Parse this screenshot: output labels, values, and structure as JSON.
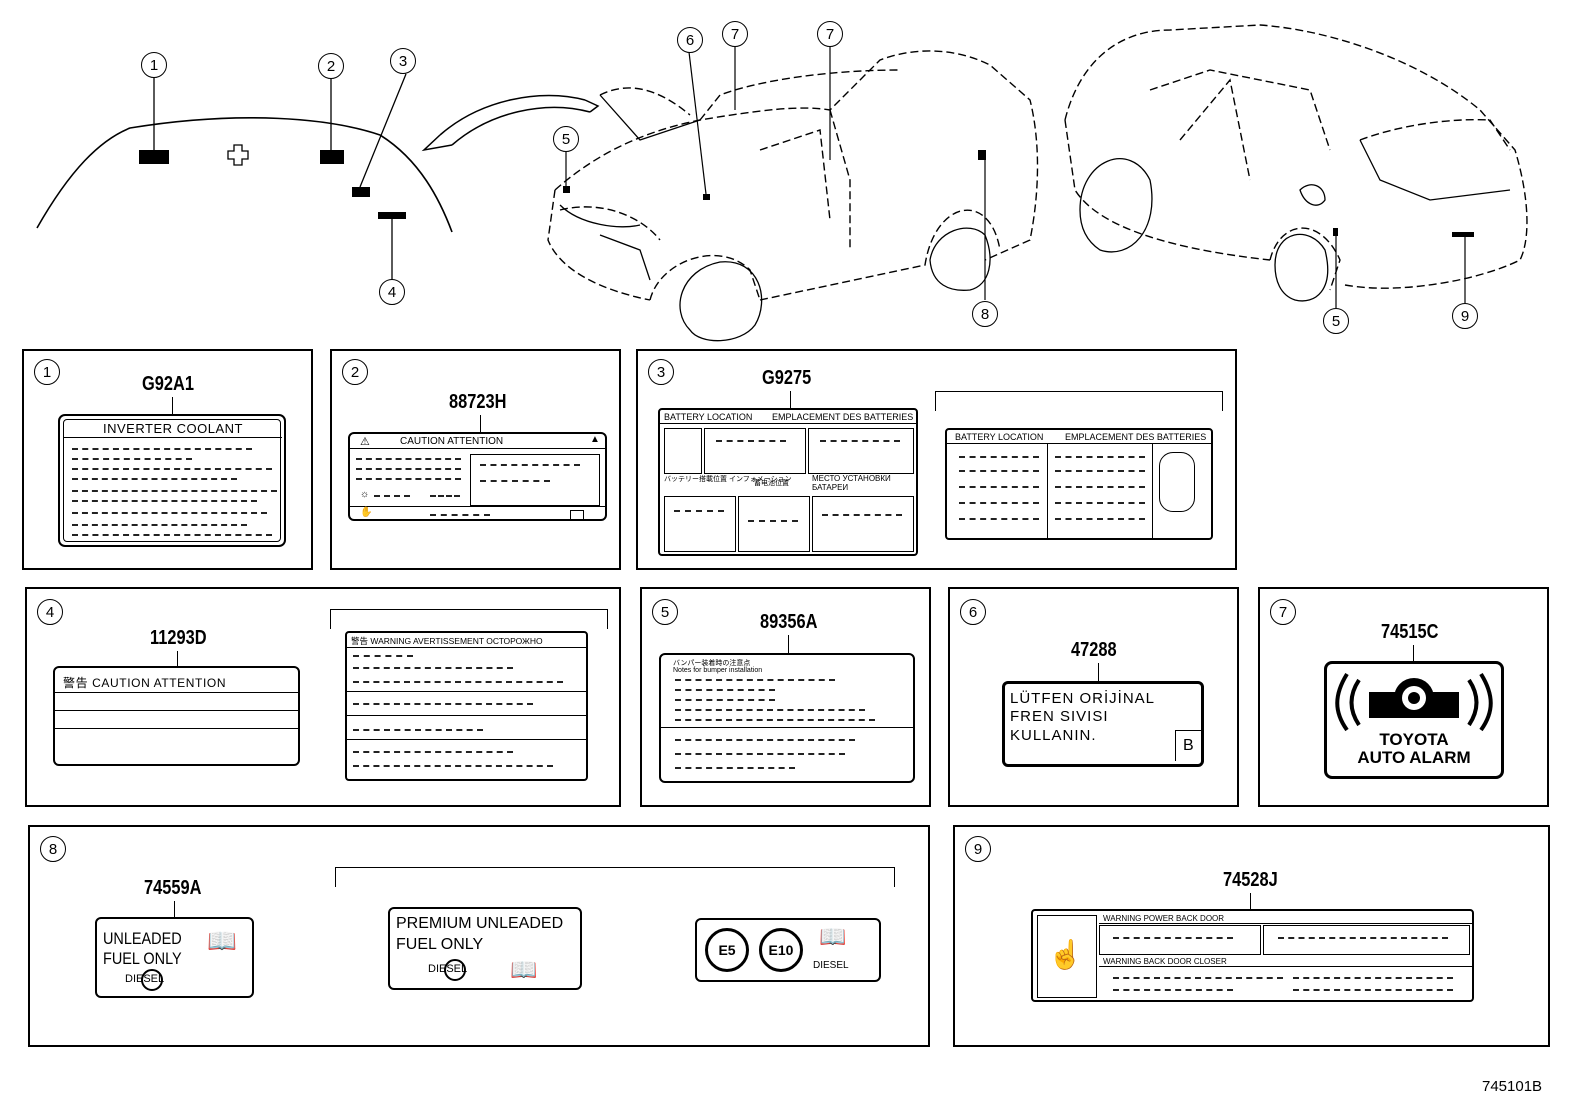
{
  "callouts": [
    "1",
    "2",
    "3",
    "4",
    "5",
    "6",
    "7",
    "7",
    "8",
    "5",
    "9"
  ],
  "panels": {
    "p1": {
      "num": "1",
      "part": "G92A1",
      "heading": "INVERTER COOLANT"
    },
    "p2": {
      "num": "2",
      "part": "88723H",
      "heading": "CAUTION ATTENTION"
    },
    "p3": {
      "num": "3",
      "part": "G9275",
      "h1": "BATTERY LOCATION",
      "h2": "EMPLACEMENT DES BATTERIES",
      "h3": "バッテリー搭載位置 インフォメーション",
      "h4": "蓄电池位置",
      "h5": "МЕСТО УСТАНОВКИ БАТАРЕИ",
      "h6": "BATTERY LOCATION",
      "h7": "EMPLACEMENT DES BATTERIES"
    },
    "p4": {
      "num": "4",
      "part": "11293D",
      "heading": "警告  CAUTION  ATTENTION",
      "heading2": "警告 WARNING AVERTISSEMENT ОСТОРОЖНО"
    },
    "p5": {
      "num": "5",
      "part": "89356A",
      "line1": "バンパー装着時の注意点",
      "line2": "Notes for bumper installation"
    },
    "p6": {
      "num": "6",
      "part": "47288",
      "line1": "LÜTFEN ORİJİNAL",
      "line2": "FREN SIVISI",
      "line3": "KULLANIN.",
      "badge": "B"
    },
    "p7": {
      "num": "7",
      "part": "74515C",
      "line1": "TOYOTA",
      "line2": "AUTO ALARM"
    },
    "p8": {
      "num": "8",
      "part": "74559A",
      "a1": "UNLEADED",
      "a2": "FUEL ONLY",
      "diesel": "DIESEL",
      "b1": "PREMIUM UNLEADED",
      "b2": "FUEL ONLY",
      "e5": "E5",
      "e10": "E10"
    },
    "p9": {
      "num": "9",
      "part": "74528J",
      "w1": "WARNING POWER BACK DOOR",
      "w2": "WARNING BACK DOOR CLOSER"
    }
  },
  "diagram_id": "745101B"
}
